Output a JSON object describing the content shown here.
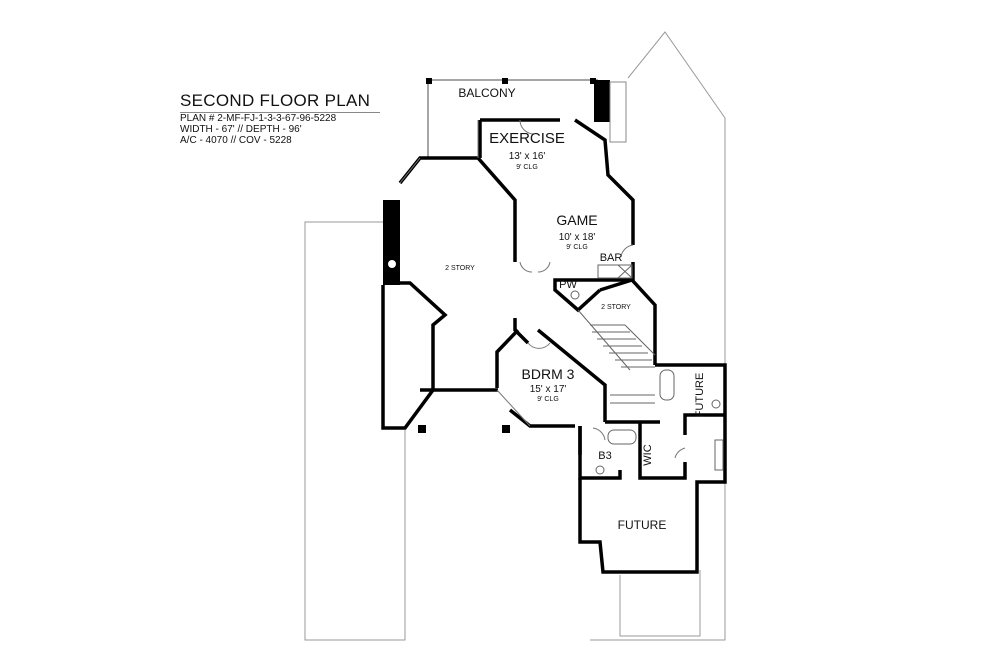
{
  "title_block": {
    "title": "SECOND FLOOR PLAN",
    "plan_number": "PLAN #  2-MF-FJ-1-3-3-67-96-5228",
    "dimensions": "WIDTH - 67' // DEPTH - 96'",
    "area": "A/C - 4070 // COV - 5228"
  },
  "rooms": {
    "balcony": {
      "name": "BALCONY"
    },
    "exercise": {
      "name": "EXERCISE",
      "size": "13' x 16'",
      "ceiling": "9' CLG"
    },
    "game": {
      "name": "GAME",
      "size": "10' x 18'",
      "ceiling": "9' CLG"
    },
    "bar": {
      "name": "BAR"
    },
    "pw": {
      "name": "PW"
    },
    "two_story_left": {
      "name": "2 STORY"
    },
    "two_story_stair": {
      "name": "2 STORY"
    },
    "bdrm3": {
      "name": "BDRM 3",
      "size": "15' x 17'",
      "ceiling": "9' CLG"
    },
    "b3": {
      "name": "B3"
    },
    "wic": {
      "name": "WIC"
    },
    "future_bath": {
      "name": "FUTURE"
    },
    "future_room": {
      "name": "FUTURE"
    }
  },
  "colors": {
    "wall": "#000000",
    "outline": "#999999"
  }
}
